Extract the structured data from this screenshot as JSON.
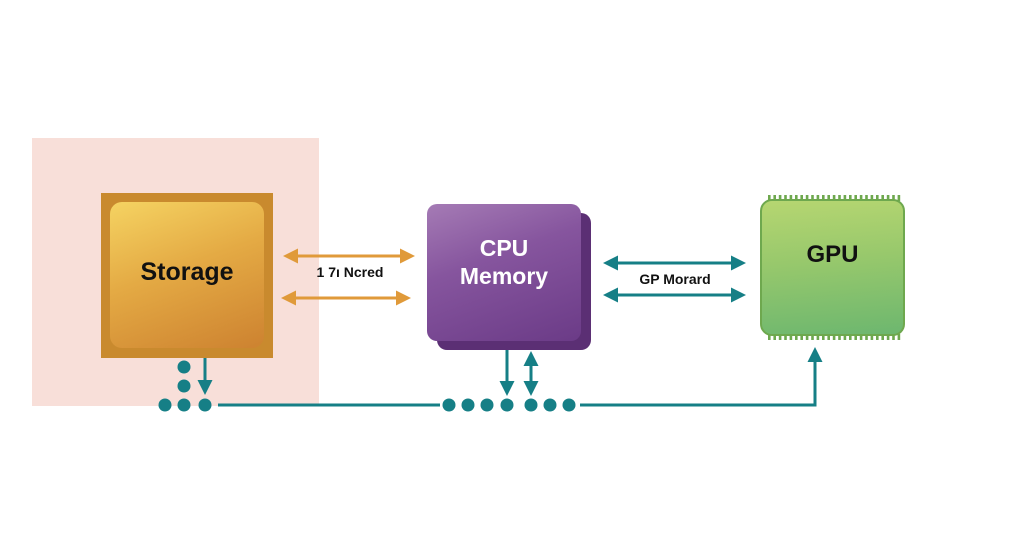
{
  "diagram": {
    "nodes": {
      "storage": {
        "label": "Storage",
        "color": "#e0a43e",
        "region_color": "#f8dfd9"
      },
      "cpu_memory": {
        "label_line1": "CPU",
        "label_line2": "Memory",
        "color": "#7b4a95"
      },
      "gpu": {
        "label": "GPU",
        "color": "#95c66c"
      }
    },
    "edges": {
      "storage_cpu": {
        "label": "1 7ı Ncred",
        "color": "#e09a3a",
        "direction": "bidirectional",
        "count": 2
      },
      "cpu_gpu": {
        "label": "GP Morard",
        "color": "#167f86",
        "direction": "bidirectional",
        "count": 2
      },
      "bus": {
        "color": "#167f86",
        "description": "dotted bus line connecting Storage, CPU Memory and GPU"
      }
    }
  }
}
